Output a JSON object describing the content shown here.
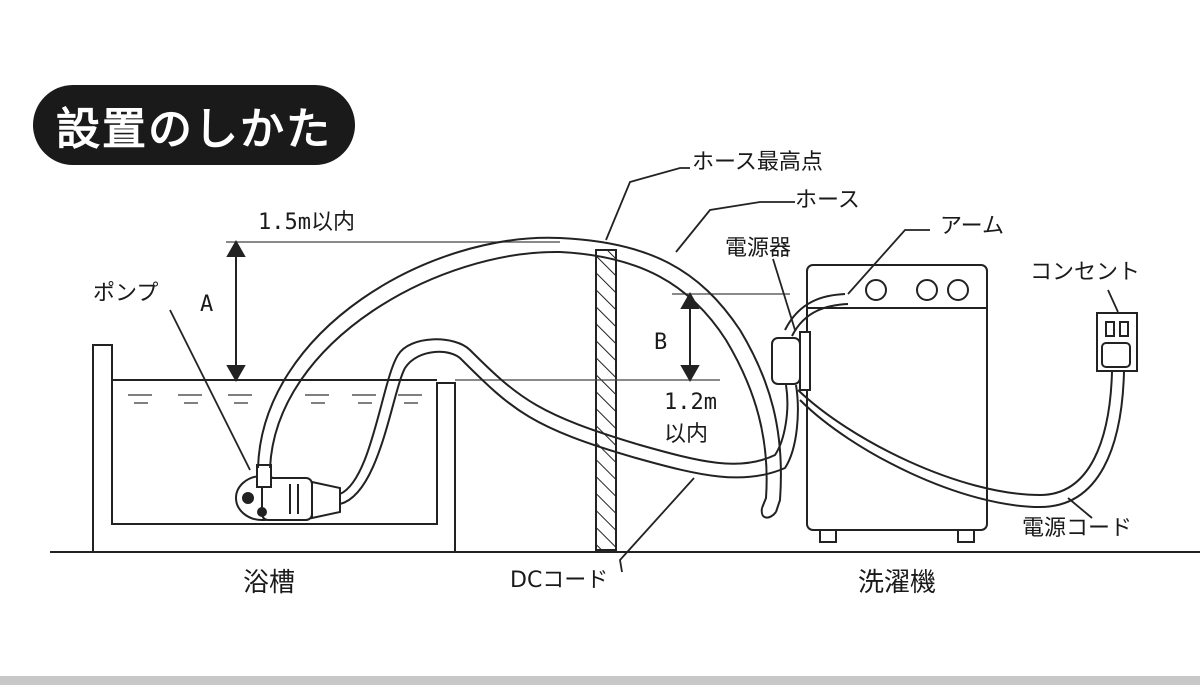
{
  "title": "設置のしかた",
  "labels": {
    "hose_top": "ホース最高点",
    "hose": "ホース",
    "arm": "アーム",
    "power_unit": "電源器",
    "outlet": "コンセント",
    "pump": "ポンプ",
    "dim_a": "A",
    "dim_b": "B",
    "limit_15": "1.5m以内",
    "limit_12_value": "1.2m",
    "limit_12_suffix": "以内",
    "power_cord": "電源コード",
    "dc_cord": "DCコード",
    "bathtub": "浴槽",
    "washer": "洗濯機"
  }
}
